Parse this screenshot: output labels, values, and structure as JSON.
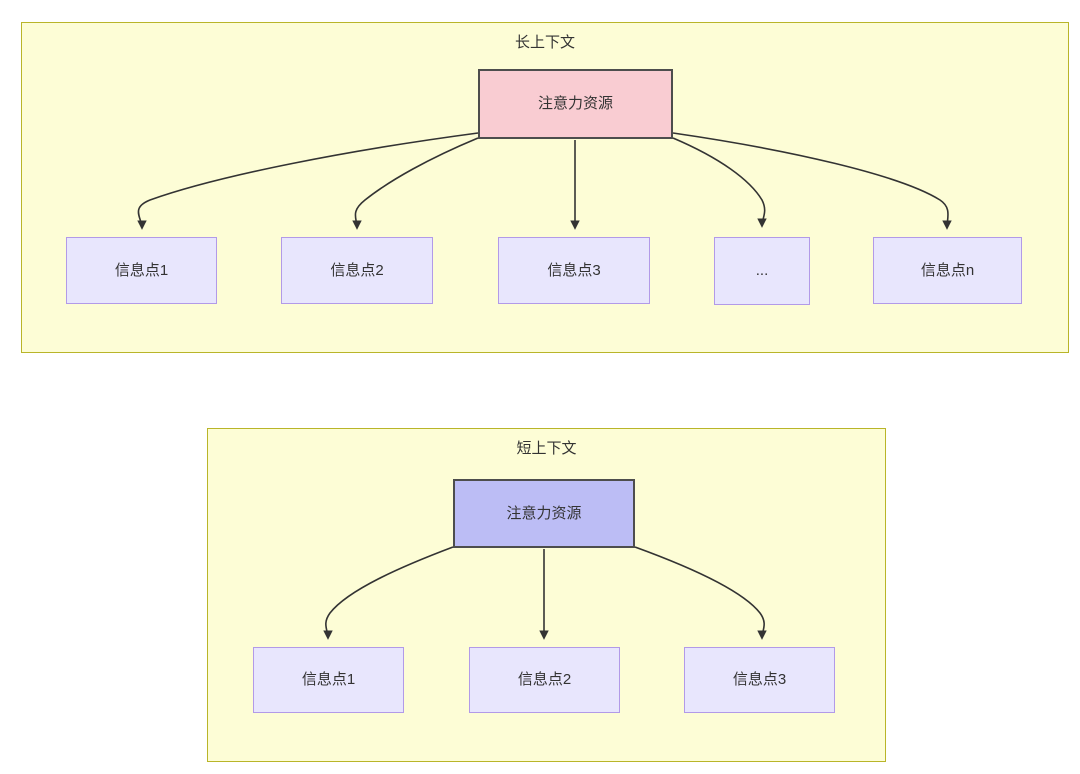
{
  "diagram": {
    "type": "flowchart",
    "title": "",
    "groups": [
      {
        "id": "long-context",
        "label": "长上下文",
        "root": {
          "label": "注意力资源",
          "fill": "#f9ccd2",
          "stroke": "#4d4d4d"
        },
        "leaves": [
          {
            "label": "信息点1"
          },
          {
            "label": "信息点2"
          },
          {
            "label": "信息点3"
          },
          {
            "label": "..."
          },
          {
            "label": "信息点n"
          }
        ],
        "leaf_fill": "#e8e6fd",
        "leaf_stroke": "#b29ae8",
        "group_fill": "#fdfdd6",
        "group_stroke": "#b9b529"
      },
      {
        "id": "short-context",
        "label": "短上下文",
        "root": {
          "label": "注意力资源",
          "fill": "#bcbdf5",
          "stroke": "#4d4d4d"
        },
        "leaves": [
          {
            "label": "信息点1"
          },
          {
            "label": "信息点2"
          },
          {
            "label": "信息点3"
          }
        ],
        "leaf_fill": "#e8e6fd",
        "leaf_stroke": "#b29ae8",
        "group_fill": "#fdfdd6",
        "group_stroke": "#b9b529"
      }
    ],
    "edge_color": "#333333"
  }
}
